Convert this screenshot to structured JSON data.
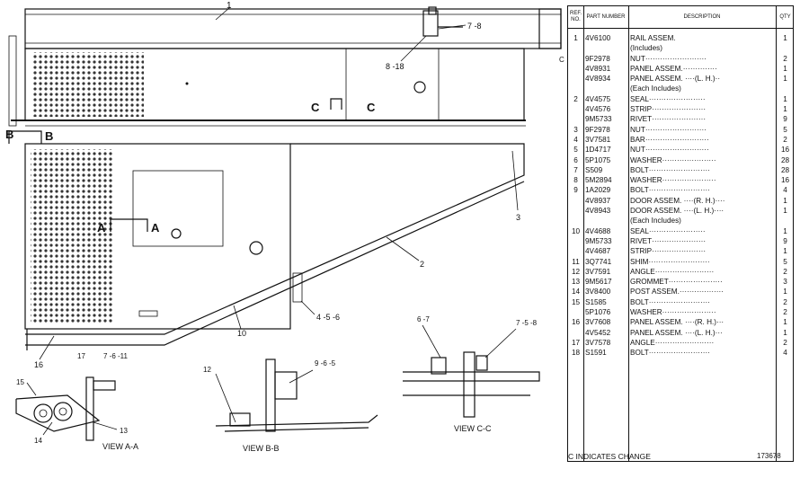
{
  "drawing": {
    "callouts": [
      "1",
      "7 -8",
      "8 -18",
      "3",
      "2",
      "4 -5 -6",
      "10",
      "16",
      "17",
      "7 -6 -11",
      "15",
      "13",
      "14",
      "12",
      "9 -6 -5",
      "6 -7",
      "7 -5 -8"
    ],
    "section_marks": [
      "C",
      "C",
      "B",
      "B",
      "A",
      "A"
    ],
    "view_labels": [
      "VIEW A-A",
      "VIEW B-B",
      "VIEW C-C"
    ]
  },
  "table": {
    "headers": {
      "ref": "REF. NO.",
      "part": "PART NUMBER",
      "description": "DESCRIPTION",
      "qty": "QTY"
    },
    "rows": [
      {
        "ref": "1",
        "pn": "4V6100",
        "desc": "RAIL ASSEM.",
        "qty": "1"
      },
      {
        "ref": "",
        "pn": "",
        "desc": "(Includes)",
        "qty": ""
      },
      {
        "ref": "",
        "pn": "9F2978",
        "desc": "NUT·························",
        "qty": "2"
      },
      {
        "ref": "",
        "pn": "4V8931",
        "desc": "PANEL ASSEM.··············",
        "qty": "1"
      },
      {
        "ref": "",
        "pn": "4V8934",
        "desc": "PANEL ASSEM. ····(L. H.)··",
        "qty": "1"
      },
      {
        "ref": "",
        "pn": "",
        "desc": "(Each Includes)",
        "qty": ""
      },
      {
        "ref": "2",
        "pn": "4V4575",
        "desc": "SEAL·······················",
        "qty": "1"
      },
      {
        "ref": "",
        "pn": "4V4576",
        "desc": "STRIP······················",
        "qty": "1"
      },
      {
        "ref": "",
        "pn": "9M5733",
        "desc": "RIVET······················",
        "qty": "9"
      },
      {
        "ref": "3",
        "pn": "9F2978",
        "desc": "NUT·························",
        "qty": "5"
      },
      {
        "ref": "4",
        "pn": "3V7581",
        "desc": "BAR··························",
        "qty": "2"
      },
      {
        "ref": "5",
        "pn": "1D4717",
        "desc": "NUT··························",
        "qty": "16"
      },
      {
        "ref": "6",
        "pn": "5P1075",
        "desc": "WASHER······················",
        "qty": "28"
      },
      {
        "ref": "7",
        "pn": "S509",
        "desc": "BOLT·························",
        "qty": "28"
      },
      {
        "ref": "8",
        "pn": "5M2894",
        "desc": "WASHER······················",
        "qty": "16"
      },
      {
        "ref": "9",
        "pn": "1A2029",
        "desc": "BOLT·························",
        "qty": "4"
      },
      {
        "ref": "",
        "pn": "4V8937",
        "desc": "DOOR ASSEM. ····(R. H.)····",
        "qty": "1"
      },
      {
        "ref": "",
        "pn": "4V8943",
        "desc": "DOOR ASSEM. ····(L. H.)····",
        "qty": "1"
      },
      {
        "ref": "",
        "pn": "",
        "desc": "(Each Includes)",
        "qty": ""
      },
      {
        "ref": "10",
        "pn": "4V4688",
        "desc": "SEAL·······················",
        "qty": "1"
      },
      {
        "ref": "",
        "pn": "9M5733",
        "desc": "RIVET······················",
        "qty": "9"
      },
      {
        "ref": "",
        "pn": "4V4687",
        "desc": "STRIP······················",
        "qty": "1"
      },
      {
        "ref": "11",
        "pn": "3Q7741",
        "desc": "SHIM·························",
        "qty": "5"
      },
      {
        "ref": "12",
        "pn": "3V7591",
        "desc": "ANGLE························",
        "qty": "2"
      },
      {
        "ref": "13",
        "pn": "9M5617",
        "desc": "GROMMET······················",
        "qty": "3"
      },
      {
        "ref": "14",
        "pn": "3V8400",
        "desc": "POST ASSEM.··················",
        "qty": "1"
      },
      {
        "ref": "15",
        "pn": "S1585",
        "desc": "BOLT·························",
        "qty": "2"
      },
      {
        "ref": "",
        "pn": "5P1076",
        "desc": "WASHER······················",
        "qty": "2"
      },
      {
        "ref": "16",
        "pn": "3V7608",
        "desc": "PANEL ASSEM. ····(R. H.)···",
        "qty": "1"
      },
      {
        "ref": "",
        "pn": "4V5452",
        "desc": "PANEL ASSEM. ····(L. H.)···",
        "qty": "1"
      },
      {
        "ref": "17",
        "pn": "3V7578",
        "desc": "ANGLE························",
        "qty": "2"
      },
      {
        "ref": "18",
        "pn": "S1591",
        "desc": "BOLT·························",
        "qty": "4"
      }
    ]
  },
  "change_mark": "C",
  "footer": {
    "note": "C INDICATES CHANGE",
    "drawing_id": "173678"
  }
}
